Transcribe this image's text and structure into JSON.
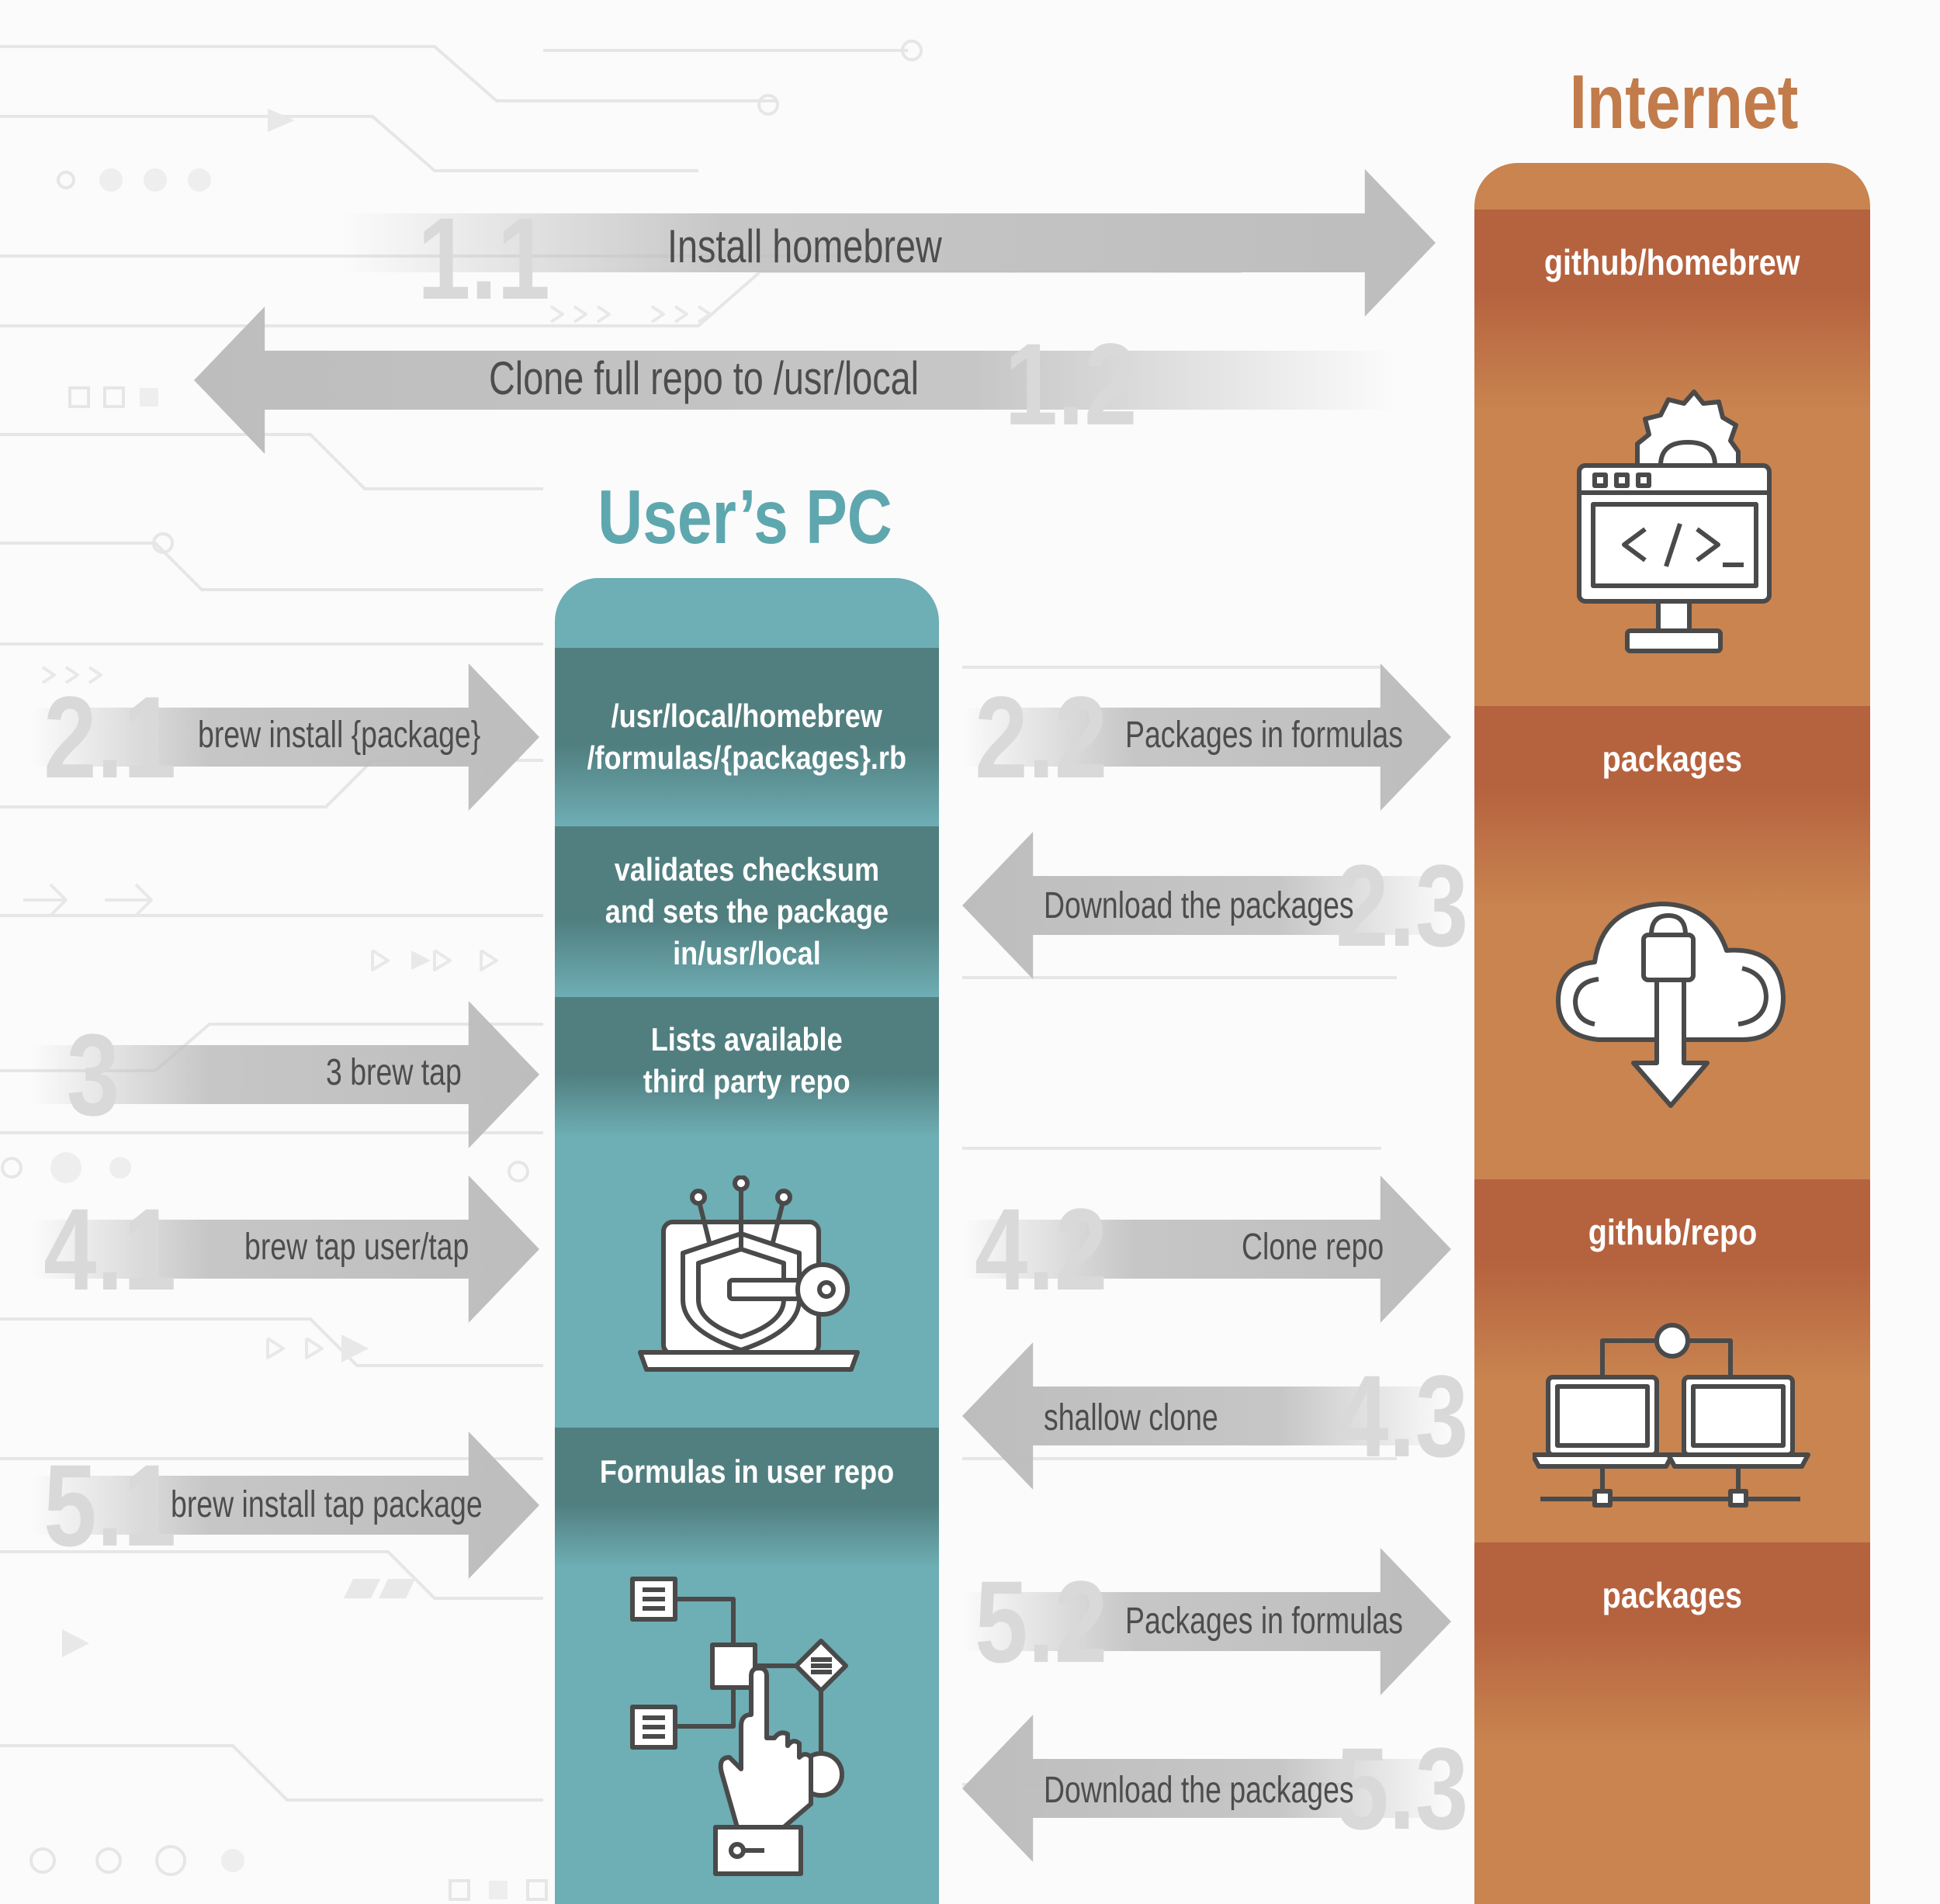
{
  "columns": {
    "internet": {
      "title": "Internet",
      "bands": [
        "github/homebrew",
        "packages",
        "github/repo",
        "packages"
      ],
      "icons": [
        "code-monitor-gear-icon",
        "cloud-download-lock-icon",
        "network-laptops-icon"
      ],
      "color": "#c98450",
      "band_color": "#b5623e"
    },
    "pc": {
      "title": "User’s PC",
      "bands": [
        "/usr/local/homebrew\n/formulas/{packages}.rb",
        "validates checksum\nand sets the package\nin/usr/local",
        "Lists available\nthird party repo",
        "Formulas in user repo"
      ],
      "icons": [
        "laptop-shield-key-icon",
        "flowchart-hand-icon"
      ],
      "color": "#6eaeb5",
      "band_color": "#517f80"
    }
  },
  "arrows": [
    {
      "id": "1.1",
      "number": "1.1",
      "label": "Install homebrew",
      "direction": "right"
    },
    {
      "id": "1.2",
      "number": "1.2",
      "label": "Clone full repo to /usr/local",
      "direction": "left"
    },
    {
      "id": "2.1",
      "number": "2.1",
      "label": "brew install {package}",
      "direction": "right"
    },
    {
      "id": "2.2",
      "number": "2.2",
      "label": "Packages in formulas",
      "direction": "right"
    },
    {
      "id": "2.3",
      "number": "2.3",
      "label": "Download the packages",
      "direction": "left"
    },
    {
      "id": "3",
      "number": "3",
      "label": "3 brew tap",
      "direction": "right"
    },
    {
      "id": "4.1",
      "number": "4.1",
      "label": "brew tap user/tap",
      "direction": "right"
    },
    {
      "id": "4.2",
      "number": "4.2",
      "label": "Clone repo",
      "direction": "right"
    },
    {
      "id": "4.3",
      "number": "4.3",
      "label": "shallow clone",
      "direction": "left"
    },
    {
      "id": "5.1",
      "number": "5.1",
      "label": "brew install tap package",
      "direction": "right"
    },
    {
      "id": "5.2",
      "number": "5.2",
      "label": "Packages in formulas",
      "direction": "right"
    },
    {
      "id": "5.3",
      "number": "5.3",
      "label": "Download the packages",
      "direction": "left"
    }
  ],
  "colors": {
    "arrow": "#bdbdbd",
    "number": "#d9d9d9",
    "label": "#4d4d4d",
    "internet_title": "#c27b4a",
    "pc_title": "#5fa7ae"
  }
}
